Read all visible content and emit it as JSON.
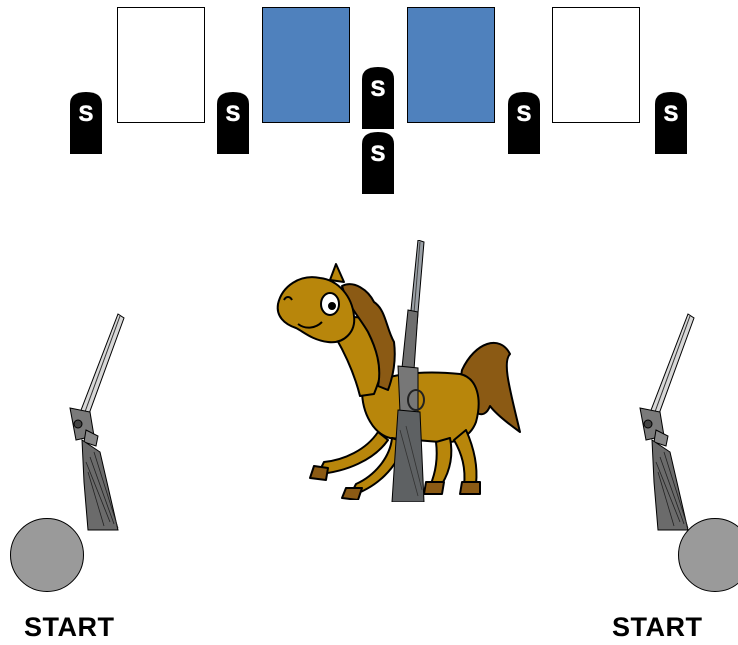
{
  "colors": {
    "target_filled": "#4f81bd",
    "target_empty": "#ffffff",
    "marker_fill": "#000000",
    "barrel_fill": "#9a9a9a",
    "horse_fill": "#b8860b",
    "mane_fill": "#8b5a14"
  },
  "targets": [
    {
      "state": "empty"
    },
    {
      "state": "filled"
    },
    {
      "state": "filled"
    },
    {
      "state": "empty"
    }
  ],
  "markers": [
    {
      "letter": "S"
    },
    {
      "letter": "S"
    },
    {
      "letter": "S"
    },
    {
      "letter": "S"
    },
    {
      "letter": "S"
    },
    {
      "letter": "S"
    }
  ],
  "props": {
    "left_shotgun": "shotgun-icon",
    "right_shotgun": "shotgun-icon",
    "center_horse": "horse-icon",
    "center_rifle": "rifle-icon"
  },
  "start_left": "START",
  "start_right": "START"
}
